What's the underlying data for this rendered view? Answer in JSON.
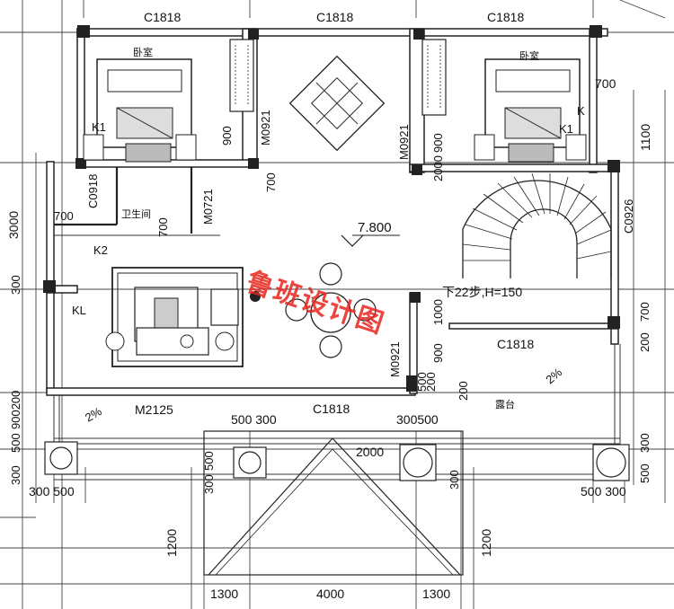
{
  "plan": {
    "rooms": {
      "bedroom_left": "卧室",
      "bedroom_right": "卧室",
      "bathroom": "卫生间",
      "terrace": "露台"
    },
    "windows": {
      "c1818_top_left": "C1818",
      "c1818_top_mid": "C1818",
      "c1818_top_right": "C1818",
      "c1818_right_mid": "C1818",
      "c1818_bottom": "C1818",
      "c0918": "C0918",
      "c0926": "C0926"
    },
    "doors": {
      "m0921_left": "M0921",
      "m0921_right": "M0921",
      "m0721": "M0721",
      "m0921_bottom": "M0921",
      "m2125": "M2125",
      "k1_left": "K1",
      "k1_right": "K1",
      "k2": "K2",
      "kl": "KL",
      "k_right": "K"
    },
    "elevation": "7.800",
    "stair_note": "下22步,H=150",
    "slopes": {
      "left": "2%",
      "right": "2%"
    },
    "dimensions": {
      "d_700_tr": "700",
      "d_1100": "1100",
      "d_900_a": "900",
      "d_900_b": "900",
      "d_2000_a": "2000",
      "d_700_c": "700",
      "d_3000": "3000",
      "d_700_d": "700",
      "d_700_e": "700",
      "d_300_a": "300",
      "d_1000": "1000",
      "d_700_f": "700",
      "d_200_a": "200",
      "d_900_c": "900",
      "d_500_a": "500",
      "d_200_b": "200",
      "d_200_c": "200",
      "d_900200": "900200",
      "d_500_b": "500",
      "d_300_b": "300",
      "d_500300_a": "500 300",
      "d_300500": "300500",
      "d_2000_b": "2000",
      "d_500_c": "500",
      "d_300_c": "300",
      "d_300500_bl": "300  500",
      "d_300500_br": "500  300",
      "d_500300_right": "500 300",
      "d_300_d": "300",
      "d_500_d": "500",
      "d_300_e": "300",
      "d_1200_a": "1200",
      "d_1200_b": "1200",
      "d_1300_a": "1300",
      "d_4000": "4000",
      "d_1300_b": "1300",
      "d_700_g": "700",
      "d_200_d": "200",
      "d_900_d": "900"
    },
    "watermark": "鲁班设计图"
  }
}
